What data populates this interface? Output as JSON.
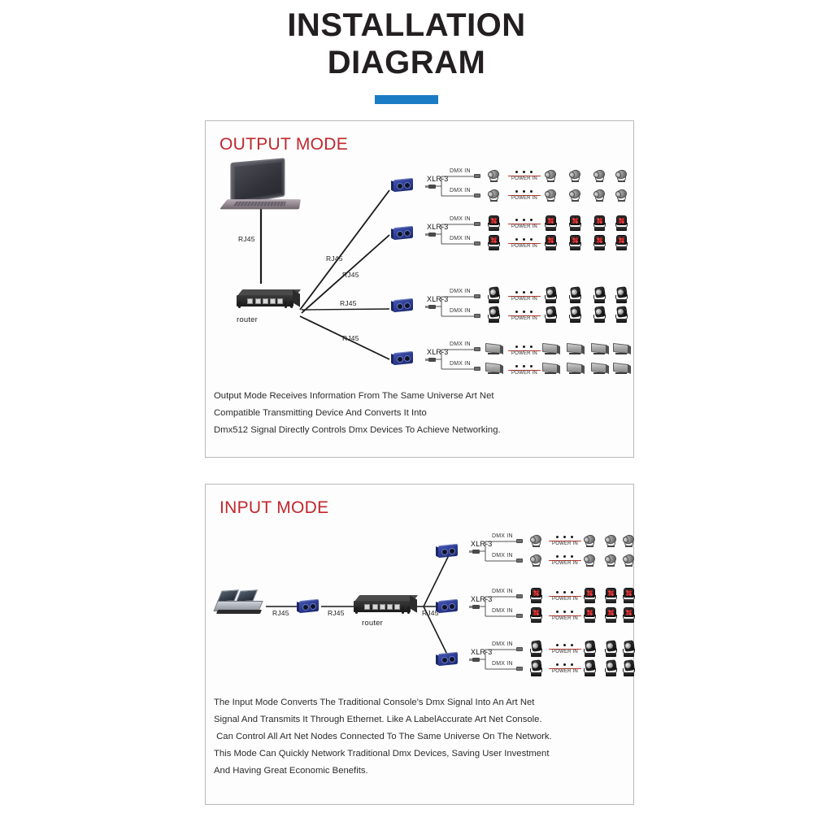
{
  "header": {
    "title_line_1": "INSTALLATION",
    "title_line_2": "DIAGRAM",
    "accent_color": "#1a7cc4"
  },
  "common": {
    "rj45_label": "RJ45",
    "xlr_label": "XLR-3",
    "dmx_in_label": "DMX IN",
    "power_in_label": "POWER IN",
    "router_label": "router"
  },
  "output_panel": {
    "heading": "OUTPUT MODE",
    "heading_color": "#c1272d",
    "source_device": "laptop",
    "network_device": "router",
    "rj45_links": [
      {
        "label": "RJ45",
        "from": "laptop",
        "to": "router"
      },
      {
        "label": "RJ45",
        "from": "router",
        "to": "node-1"
      },
      {
        "label": "RJ45",
        "from": "router",
        "to": "node-2"
      },
      {
        "label": "RJ45",
        "from": "router",
        "to": "node-3"
      },
      {
        "label": "RJ45",
        "from": "router",
        "to": "node-4"
      }
    ],
    "nodes": [
      {
        "name": "artnet-node-1",
        "connector": "XLR-3",
        "dmx_branches": [
          "DMX IN",
          "DMX IN"
        ],
        "fixture_type": "par-can",
        "fixture_rows": 2,
        "fixtures_per_row": 5,
        "power_label": "POWER IN"
      },
      {
        "name": "artnet-node-2",
        "connector": "XLR-3",
        "dmx_branches": [
          "DMX IN",
          "DMX IN"
        ],
        "fixture_type": "moving-head-wash",
        "fixture_rows": 2,
        "fixtures_per_row": 5,
        "power_label": "POWER IN"
      },
      {
        "name": "artnet-node-3",
        "connector": "XLR-3",
        "dmx_branches": [
          "DMX IN",
          "DMX IN"
        ],
        "fixture_type": "moving-head-beam",
        "fixture_rows": 2,
        "fixtures_per_row": 5,
        "power_label": "POWER IN"
      },
      {
        "name": "artnet-node-4",
        "connector": "XLR-3",
        "dmx_branches": [
          "DMX IN",
          "DMX IN"
        ],
        "fixture_type": "led-panel",
        "fixture_rows": 2,
        "fixtures_per_row": 5,
        "power_label": "POWER IN"
      }
    ],
    "caption": "Output Mode Receives Information From The Same Universe Art Net\nCompatible Transmitting Device And Converts It Into\nDmx512 Signal Directly Controls Dmx Devices To Achieve Networking."
  },
  "input_panel": {
    "heading": "INPUT MODE",
    "heading_color": "#c1272d",
    "chain": [
      {
        "device": "lighting-console",
        "label": ""
      },
      {
        "device": "link",
        "label": "RJ45"
      },
      {
        "device": "artnet-node-input",
        "label": ""
      },
      {
        "device": "link",
        "label": "RJ45"
      },
      {
        "device": "router",
        "label": "router"
      },
      {
        "device": "link",
        "label": "RJ45"
      }
    ],
    "nodes": [
      {
        "name": "artnet-node-1",
        "connector": "XLR-3",
        "dmx_branches": [
          "DMX IN",
          "DMX IN"
        ],
        "fixture_type": "par-can",
        "fixture_rows": 2,
        "fixtures_per_row": 4,
        "power_label": "POWER IN"
      },
      {
        "name": "artnet-node-2",
        "connector": "XLR-3",
        "dmx_branches": [
          "DMX IN",
          "DMX IN"
        ],
        "fixture_type": "moving-head-wash",
        "fixture_rows": 2,
        "fixtures_per_row": 4,
        "power_label": "POWER IN"
      },
      {
        "name": "artnet-node-3",
        "connector": "XLR-3",
        "dmx_branches": [
          "DMX IN",
          "DMX IN"
        ],
        "fixture_type": "moving-head-beam",
        "fixture_rows": 2,
        "fixtures_per_row": 4,
        "power_label": "POWER IN"
      }
    ],
    "caption": "The Input Mode Converts The Traditional Console's Dmx Signal Into An Art Net\nSignal And Transmits It Through Ethernet. Like A LabelAccurate Art Net Console.\n Can Control All Art Net Nodes Connected To The Same Universe On The Network.\nThis Mode Can Quickly Network Traditional Dmx Devices, Saving User Investment\nAnd Having Great Economic Benefits."
  }
}
